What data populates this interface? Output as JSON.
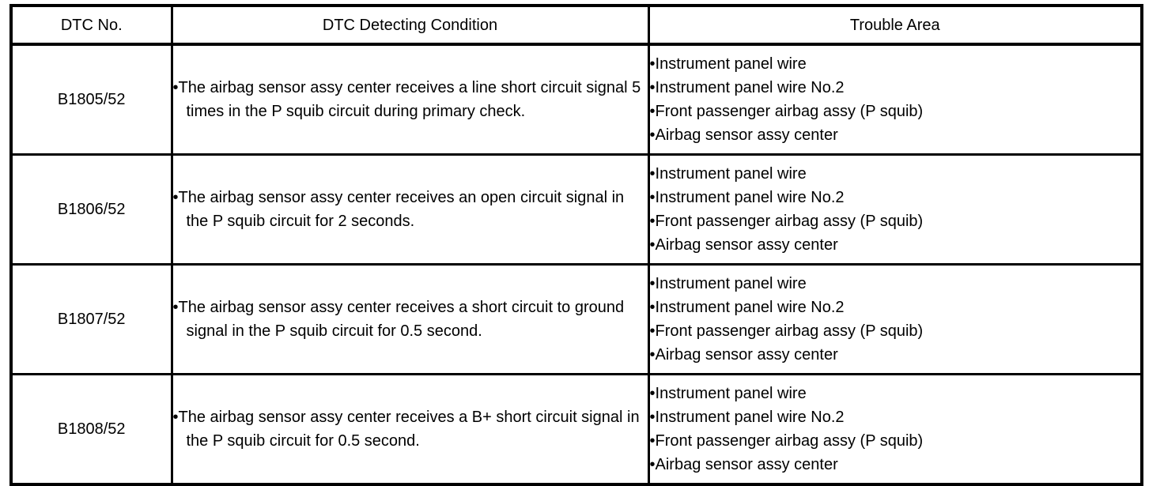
{
  "table": {
    "headers": [
      "DTC No.",
      "DTC Detecting Condition",
      "Trouble Area"
    ],
    "rows": [
      {
        "dtc_no": "B1805/52",
        "conditions": [
          "The airbag sensor assy center receives a line short circuit signal 5 times in the P squib circuit during primary check."
        ],
        "trouble_areas": [
          "Instrument panel wire",
          "Instrument panel wire No.2",
          "Front passenger airbag assy (P squib)",
          "Airbag sensor assy center"
        ]
      },
      {
        "dtc_no": "B1806/52",
        "conditions": [
          "The airbag sensor assy center receives an open circuit signal in the P squib circuit for 2 seconds."
        ],
        "trouble_areas": [
          "Instrument panel wire",
          "Instrument panel wire No.2",
          "Front passenger airbag assy (P squib)",
          "Airbag sensor assy center"
        ]
      },
      {
        "dtc_no": "B1807/52",
        "conditions": [
          "The airbag sensor assy center receives a short circuit to ground signal in the P squib circuit for 0.5 second."
        ],
        "trouble_areas": [
          "Instrument panel wire",
          "Instrument panel wire No.2",
          "Front passenger airbag assy (P squib)",
          "Airbag sensor assy center"
        ]
      },
      {
        "dtc_no": "B1808/52",
        "conditions": [
          "The airbag sensor assy center receives a B+ short circuit signal in the P squib circuit for 0.5 second."
        ],
        "trouble_areas": [
          "Instrument panel wire",
          "Instrument panel wire No.2",
          "Front passenger airbag assy (P squib)",
          "Airbag sensor assy center"
        ]
      }
    ],
    "colors": {
      "border": "#000000",
      "text": "#000000",
      "background": "#ffffff"
    }
  }
}
